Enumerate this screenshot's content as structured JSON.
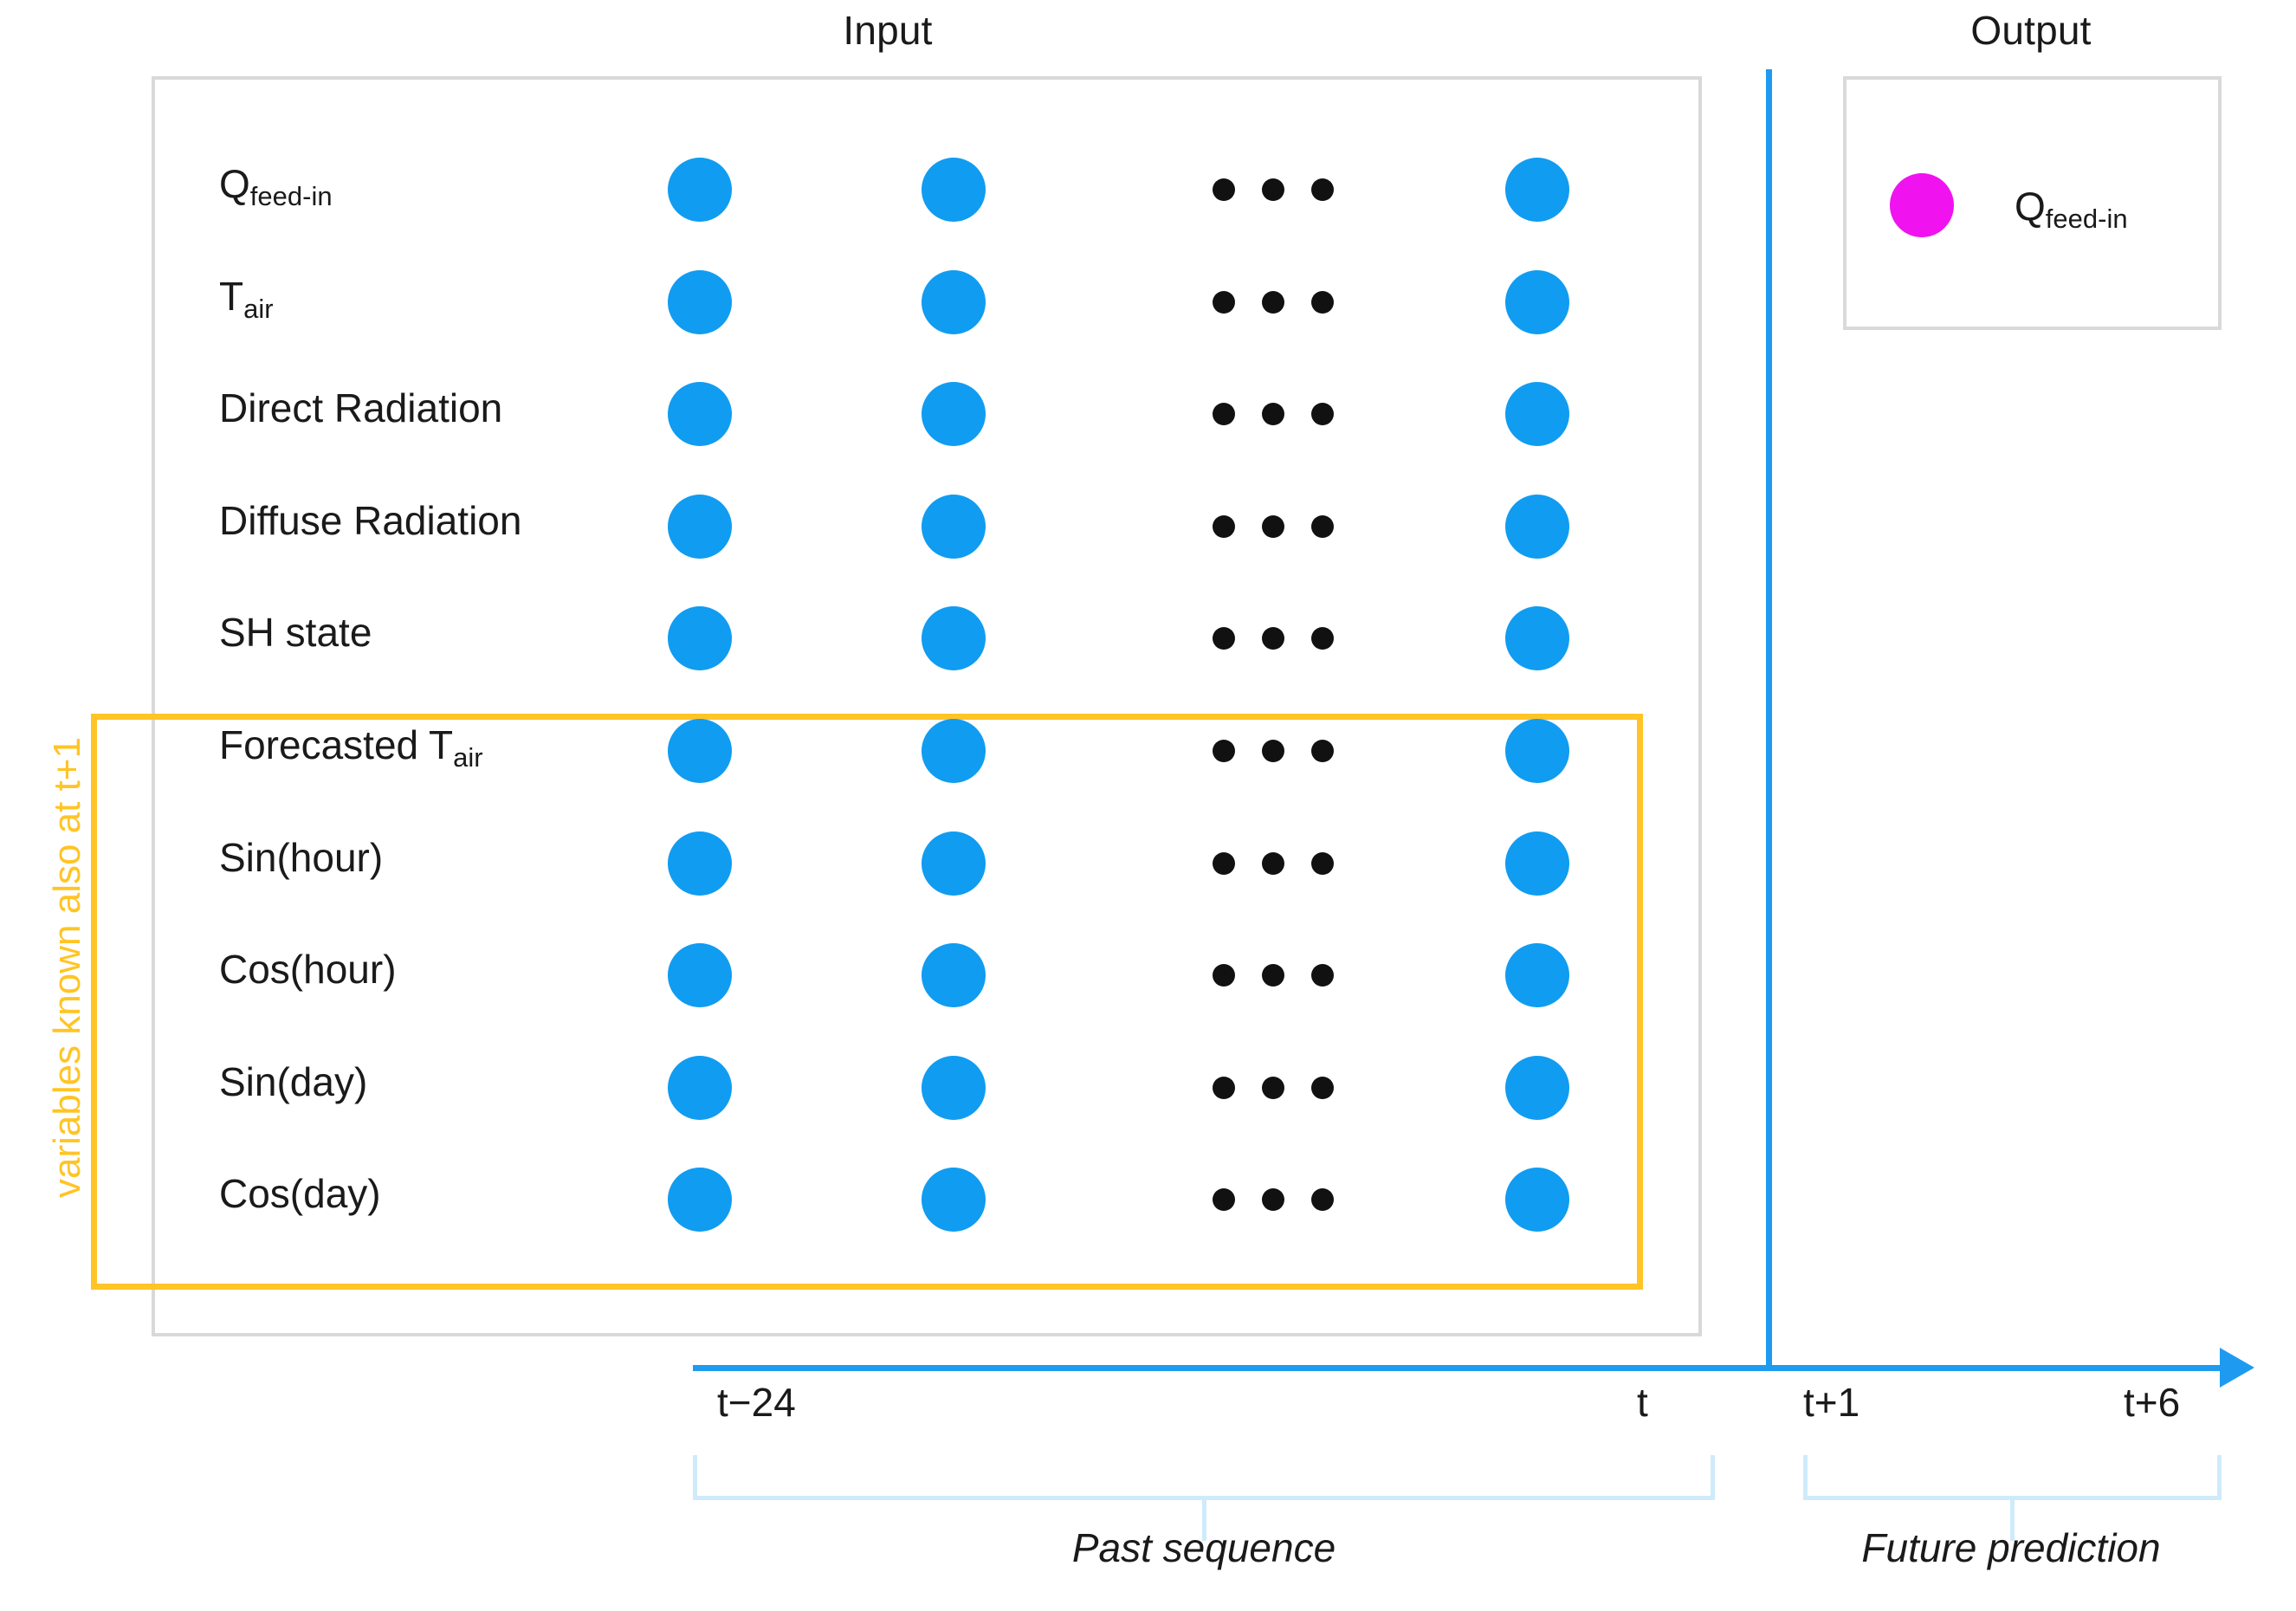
{
  "sections": {
    "input_title": "Input",
    "output_title": "Output"
  },
  "known_group": {
    "caption": "variables known also at t+1",
    "color": "#FFC425"
  },
  "input_rows": [
    {
      "label_main": "Q",
      "label_sub": "feed-in"
    },
    {
      "label_main": "T",
      "label_sub": "air"
    },
    {
      "label_main": "Direct Radiation",
      "label_sub": ""
    },
    {
      "label_main": "Diffuse Radiation",
      "label_sub": ""
    },
    {
      "label_main": "SH state",
      "label_sub": ""
    },
    {
      "label_main": "Forecasted T",
      "label_sub": "air"
    },
    {
      "label_main": "Sin(hour)",
      "label_sub": ""
    },
    {
      "label_main": "Cos(hour)",
      "label_sub": ""
    },
    {
      "label_main": "Sin(day)",
      "label_sub": ""
    },
    {
      "label_main": "Cos(day)",
      "label_sub": ""
    }
  ],
  "output_legend": {
    "label_main": "Q",
    "label_sub": "feed-in",
    "color": "#F013F0"
  },
  "node_color": "#109CF1",
  "ellipsis_color": "#111111",
  "timeline": {
    "ticks": [
      {
        "label": "t−24"
      },
      {
        "label": "t"
      },
      {
        "label": "t+1"
      },
      {
        "label": "t+6"
      }
    ],
    "past_caption": "Past sequence",
    "future_caption": "Future prediction",
    "axis_color": "#1E9BF0",
    "brace_color": "#CFEBFB"
  }
}
